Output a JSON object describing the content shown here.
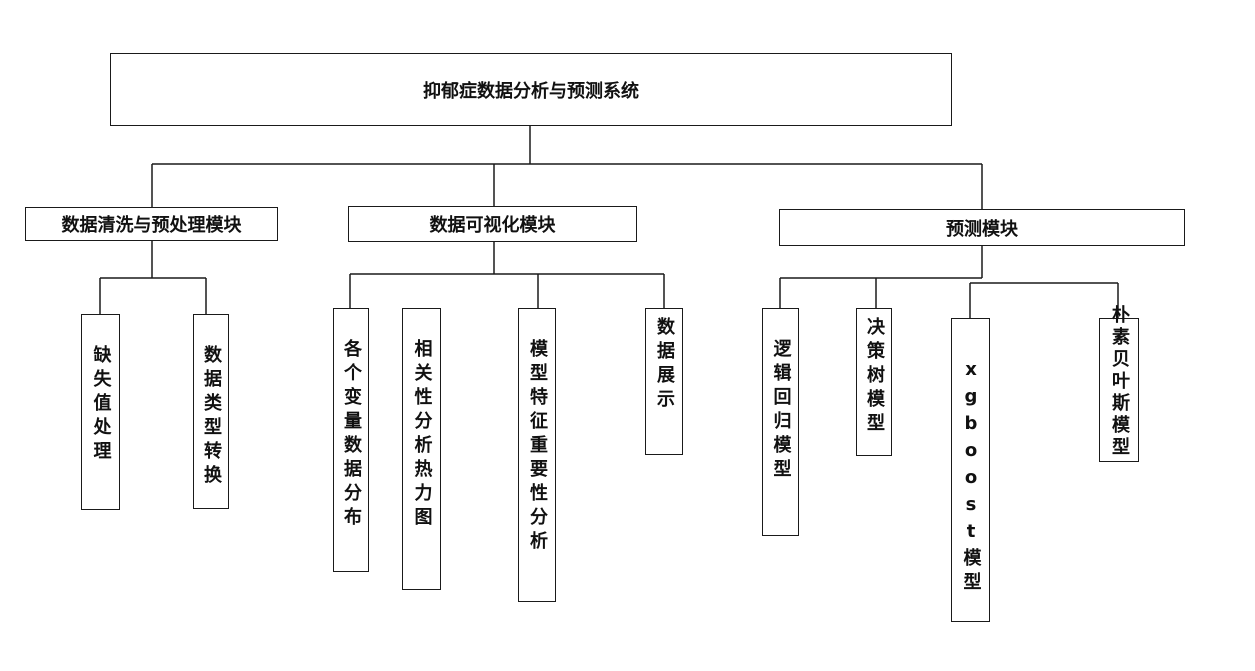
{
  "root": {
    "title": "抑郁症数据分析与预测系统"
  },
  "modules": [
    {
      "title": "数据清洗与预处理模块",
      "children": [
        "缺失值处理",
        "数据类型转换"
      ]
    },
    {
      "title": "数据可视化模块",
      "children": [
        "各个变量数据分布",
        "相关性分析热力图",
        "模型特征重要性分析",
        "数据展示"
      ]
    },
    {
      "title": "预测模块",
      "children": [
        "逻辑回归模型",
        "决策树模型",
        "xgboost模型",
        "朴素贝叶斯模型"
      ]
    }
  ]
}
